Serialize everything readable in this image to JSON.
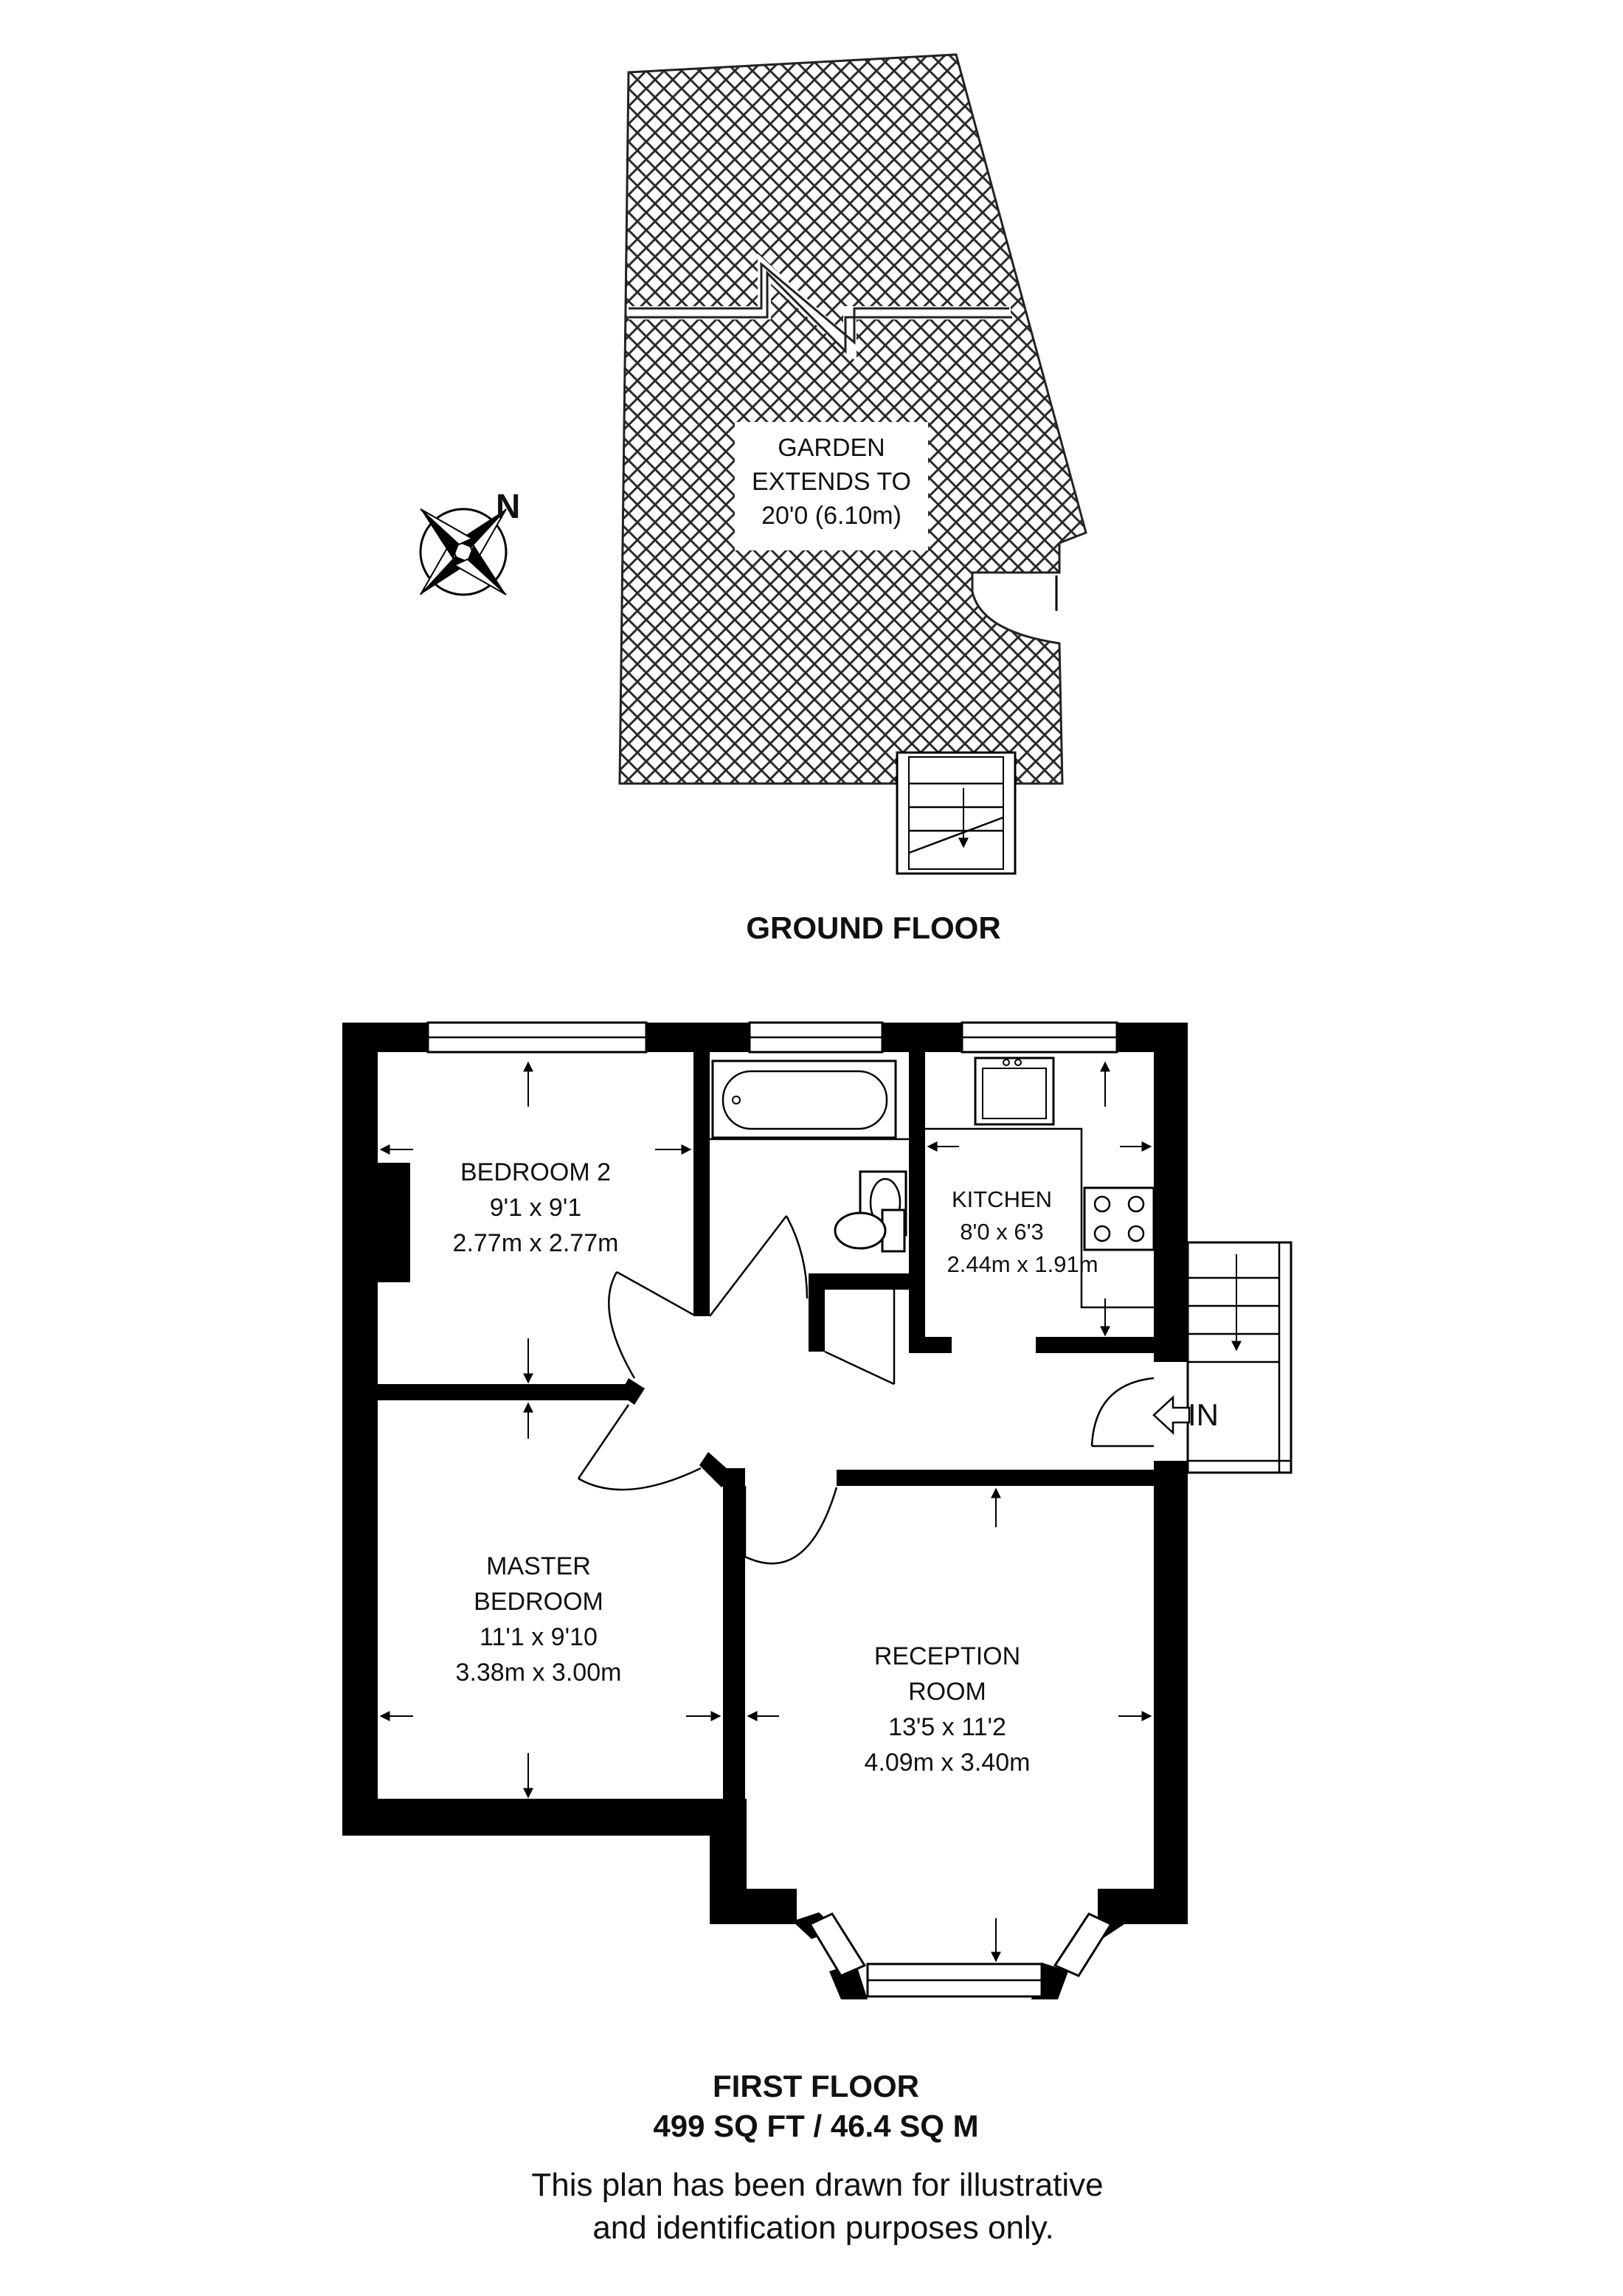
{
  "compass": {
    "label": "N",
    "icon": "compass-rose-icon"
  },
  "ground_floor": {
    "garden": {
      "line1": "GARDEN",
      "line2": "EXTENDS TO",
      "line3": "20'0 (6.10m)"
    },
    "title": "GROUND FLOOR"
  },
  "first_floor": {
    "rooms": {
      "bedroom2": {
        "name": "BEDROOM 2",
        "imperial": "9'1 x 9'1",
        "metric": "2.77m x 2.77m"
      },
      "kitchen": {
        "name": "KITCHEN",
        "imperial": "8'0 x 6'3",
        "metric": "2.44m x 1.91m"
      },
      "master": {
        "name1": "MASTER",
        "name2": "BEDROOM",
        "imperial": "11'1 x 9'10",
        "metric": "3.38m x 3.00m"
      },
      "reception": {
        "name1": "RECEPTION",
        "name2": "ROOM",
        "imperial": "13'5 x 11'2",
        "metric": "4.09m x 3.40m"
      }
    },
    "entrance": {
      "label": "IN"
    },
    "title": "FIRST FLOOR",
    "area": "499 SQ FT / 46.4 SQ M"
  },
  "disclaimer": {
    "line1": "This plan has been drawn for illustrative",
    "line2": "and identification purposes only."
  }
}
